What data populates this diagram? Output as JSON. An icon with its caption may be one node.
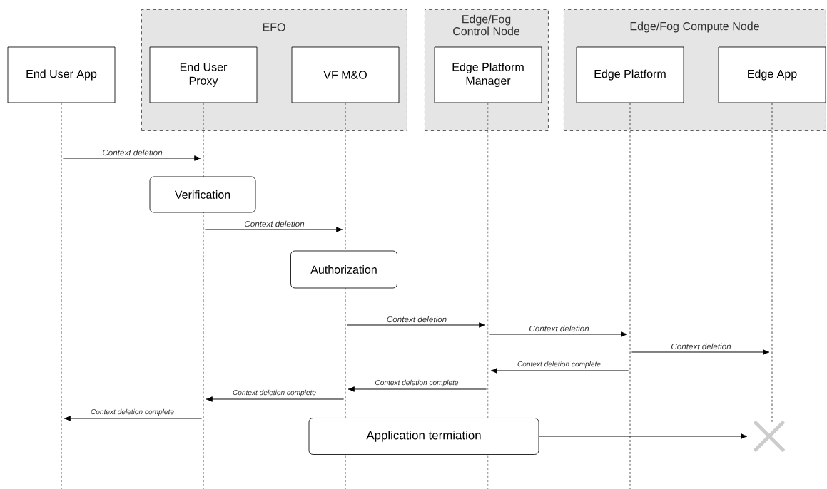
{
  "diagram": {
    "nodes": [
      {
        "text": [
          "EFO"
        ]
      },
      {
        "text": [
          "Edge/Fog Control Node"
        ]
      },
      {
        "text": [
          "Edge/Fog Compute Node"
        ]
      },
      {
        "text": [
          "End User App"
        ]
      },
      {
        "text": [
          "End User Proxy"
        ],
        "in": 0
      },
      {
        "text": [
          "VF M&O"
        ],
        "in": 0
      },
      {
        "text": [
          "Edge Platform Manager"
        ],
        "in": 1
      },
      {
        "text": [
          "Edge Platform"
        ],
        "in": 2
      },
      {
        "text": [
          "Edge App"
        ],
        "in": 2
      },
      {
        "text": [
          "Verification"
        ]
      },
      {
        "text": [
          "Authorization"
        ]
      },
      {
        "text": [
          "Application termiation"
        ]
      },
      {
        "text": [],
        "shape": "cross"
      },
      {
        "text": [],
        "shape": "line"
      },
      {
        "text": [],
        "shape": "line"
      },
      {
        "text": [],
        "shape": "line"
      },
      {
        "text": [],
        "shape": "line"
      },
      {
        "text": [],
        "shape": "line"
      },
      {
        "text": [],
        "shape": "line"
      }
    ],
    "edges": [
      {
        "from": 13,
        "to": 14,
        "arrow": "to",
        "label": "Context deletion"
      },
      {
        "from": 14,
        "to": 15,
        "arrow": "to",
        "label": "Context deletion"
      },
      {
        "from": 15,
        "to": 16,
        "arrow": "to",
        "label": "Context deletion"
      },
      {
        "from": 16,
        "to": 17,
        "arrow": "to",
        "label": "Context deletion"
      },
      {
        "from": 17,
        "to": 18,
        "arrow": "to",
        "label": "Context deletion"
      },
      {
        "from": 17,
        "to": 16,
        "arrow": "to",
        "label": "Context deletion complete"
      },
      {
        "from": 16,
        "to": 15,
        "arrow": "to",
        "label": "Context deletion complete"
      },
      {
        "from": 15,
        "to": 14,
        "arrow": "to",
        "label": "Context deletion complete"
      },
      {
        "from": 14,
        "to": 13,
        "arrow": "to",
        "label": "Context deletion complete"
      },
      {
        "from": 11,
        "to": 12,
        "arrow": "to"
      }
    ]
  }
}
